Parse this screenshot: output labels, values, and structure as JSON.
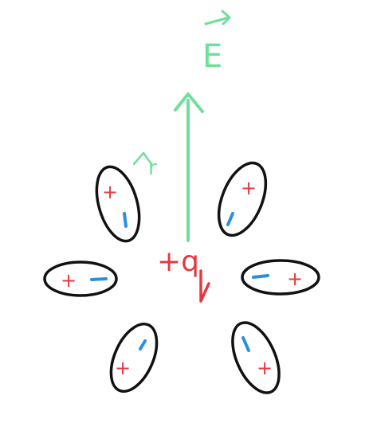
{
  "charge_label": "+q",
  "field_label": "E",
  "r_label": "r",
  "colors": {
    "field": "#6fe09a",
    "positive": "#e8383f",
    "negative": "#2a8fe0",
    "outline": "#111111"
  },
  "dipoles": [
    {
      "id": "upper-left",
      "signs": [
        "+",
        "−"
      ]
    },
    {
      "id": "upper-right",
      "signs": [
        "+",
        "−"
      ]
    },
    {
      "id": "mid-left",
      "signs": [
        "+",
        "−"
      ]
    },
    {
      "id": "mid-right",
      "signs": [
        "−",
        "+"
      ]
    },
    {
      "id": "lower-left",
      "signs": [
        "+",
        "−"
      ]
    },
    {
      "id": "lower-right",
      "signs": [
        "−",
        "+"
      ]
    }
  ]
}
